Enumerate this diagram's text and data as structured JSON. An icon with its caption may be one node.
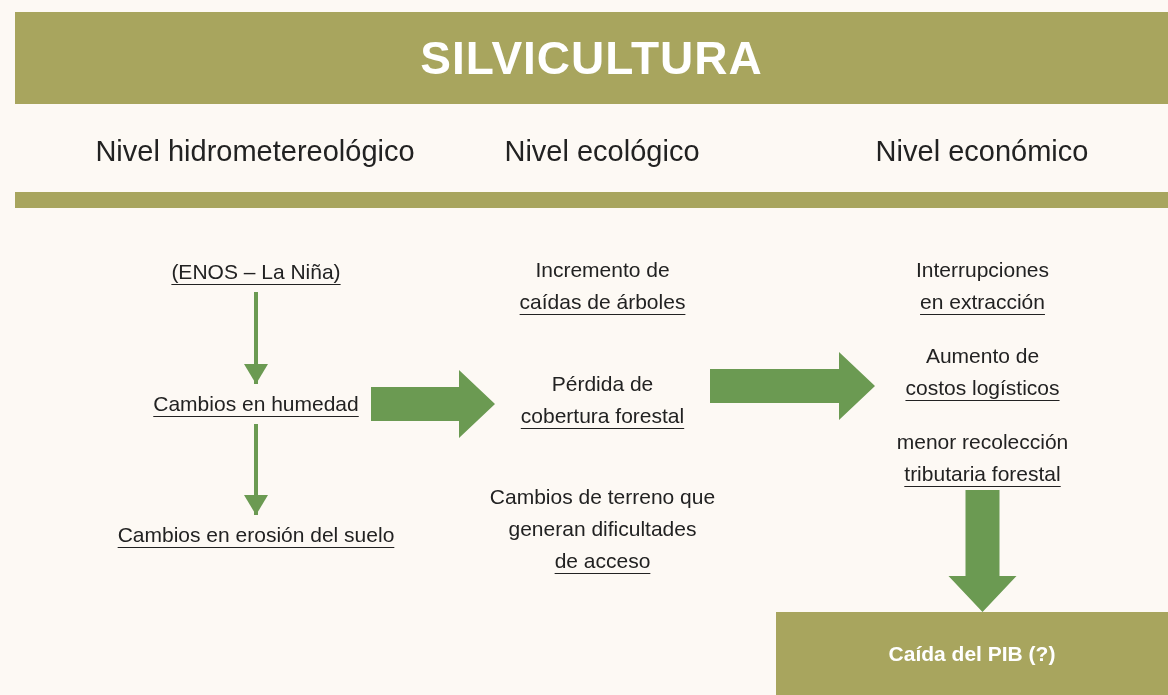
{
  "diagram": {
    "title": "SILVICULTURA",
    "nodes": [
      {
        "text": [
          "(ENOS – La Niña)"
        ]
      },
      {
        "text": [
          "Cambios en humedad"
        ]
      },
      {
        "text": [
          "Cambios en erosión del suelo"
        ]
      },
      {
        "text": [
          "Incremento de",
          "caídas de árboles"
        ]
      },
      {
        "text": [
          "Pérdida de",
          "cobertura forestal"
        ]
      },
      {
        "text": [
          "Cambios de terreno que generan dificultades",
          "de acceso"
        ]
      },
      {
        "text": [
          "Interrupciones",
          "en extracción"
        ]
      },
      {
        "text": [
          "Aumento de",
          "costos logísticos"
        ]
      },
      {
        "text": [
          "menor recolección",
          "tributaria forestal"
        ]
      },
      {
        "text": [
          "Caída del PIB (?)"
        ]
      }
    ],
    "edges": [
      {
        "from": 0,
        "to": 1,
        "arrow": "to"
      },
      {
        "from": 1,
        "to": 2,
        "arrow": "to"
      },
      {
        "from": 1,
        "to": 4,
        "arrow": "to",
        "style": "thick"
      },
      {
        "from": 4,
        "to": 7,
        "arrow": "to",
        "style": "thick"
      },
      {
        "from": 8,
        "to": 9,
        "arrow": "to",
        "style": "thick"
      }
    ],
    "labels": [
      "Nivel hidrometereológico",
      "Nivel ecológico",
      "Nivel económico"
    ]
  }
}
